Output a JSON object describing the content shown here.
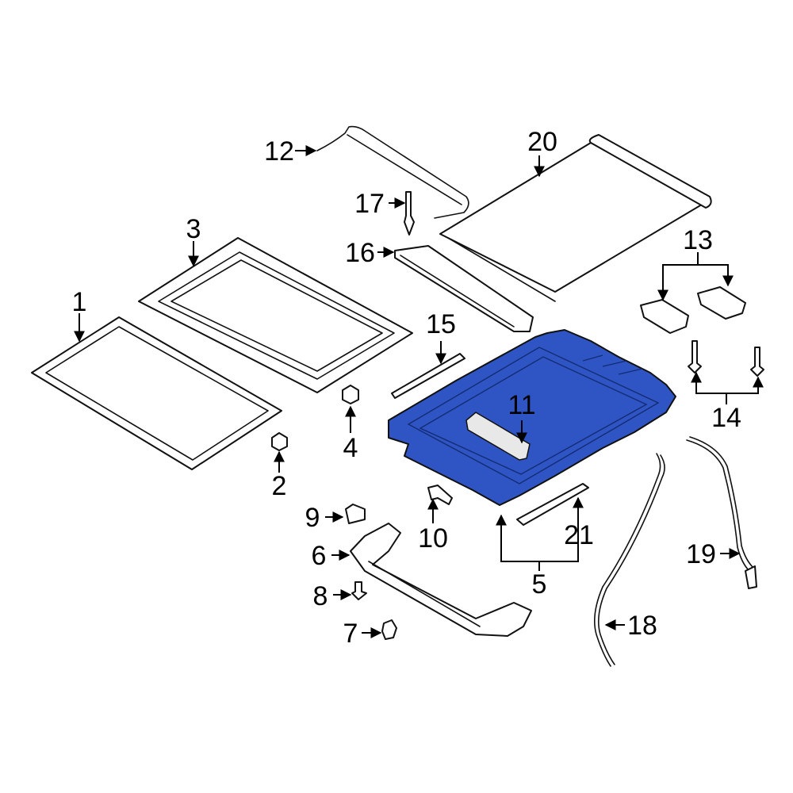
{
  "diagram": {
    "highlight_color": "#2f55c4",
    "line_color": "#111111",
    "background": "#ffffff",
    "callouts": {
      "c1": "1",
      "c2": "2",
      "c3": "3",
      "c4": "4",
      "c5": "5",
      "c6": "6",
      "c7": "7",
      "c8": "8",
      "c9": "9",
      "c10": "10",
      "c11": "11",
      "c12": "12",
      "c13": "13",
      "c14": "14",
      "c15": "15",
      "c16": "16",
      "c17": "17",
      "c18": "18",
      "c19": "19",
      "c20": "20",
      "c21": "21"
    }
  }
}
